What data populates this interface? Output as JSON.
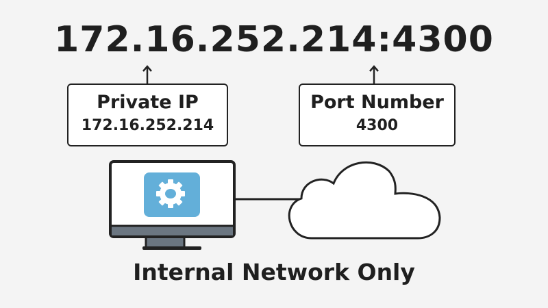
{
  "address": "172.16.252.214:4300",
  "private_ip": {
    "label": "Private IP",
    "value": "172.16.252.214"
  },
  "port": {
    "label": "Port Number",
    "value": "4300"
  },
  "footer": "Internal Network Only",
  "colors": {
    "icon_bg": "#63afd9",
    "screen_band": "#6b7681",
    "outline": "#222222"
  }
}
